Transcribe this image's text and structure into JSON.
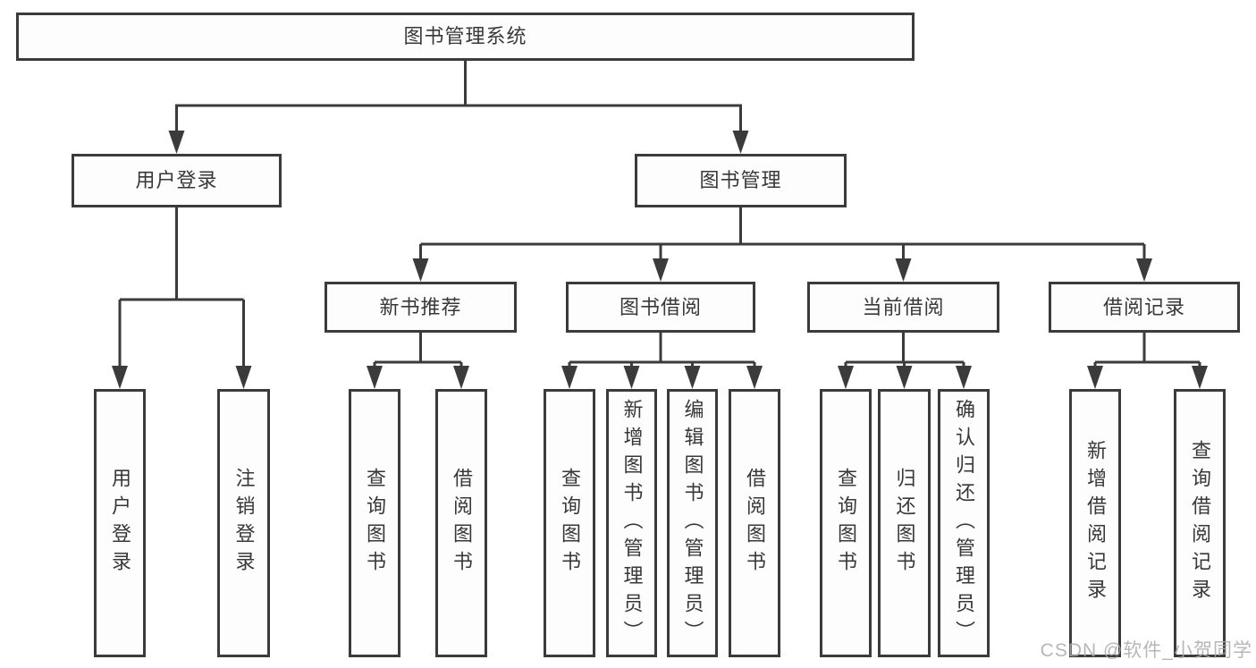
{
  "diagram": {
    "root": {
      "label": "图书管理系统"
    },
    "branches": [
      {
        "label": "用户登录",
        "children": [
          {
            "label": "用户登录"
          },
          {
            "label": "注销登录"
          }
        ]
      },
      {
        "label": "图书管理",
        "children": [
          {
            "label": "新书推荐",
            "children": [
              {
                "label": "查询图书"
              },
              {
                "label": "借阅图书"
              }
            ]
          },
          {
            "label": "图书借阅",
            "children": [
              {
                "label": "查询图书"
              },
              {
                "label": "新增图书（管理员）"
              },
              {
                "label": "编辑图书（管理员）"
              },
              {
                "label": "借阅图书"
              }
            ]
          },
          {
            "label": "当前借阅",
            "children": [
              {
                "label": "查询图书"
              },
              {
                "label": "归还图书"
              },
              {
                "label": "确认归还（管理员）"
              }
            ]
          },
          {
            "label": "借阅记录",
            "children": [
              {
                "label": "新增借阅记录"
              },
              {
                "label": "查询借阅记录"
              }
            ]
          }
        ]
      }
    ]
  },
  "watermark": {
    "text": "CSDN @软件_小贺同学"
  },
  "colors": {
    "line": "#3b3b3b",
    "box_background": "#fdfdfd",
    "text": "#383838",
    "watermark": "#aaaaaa"
  }
}
